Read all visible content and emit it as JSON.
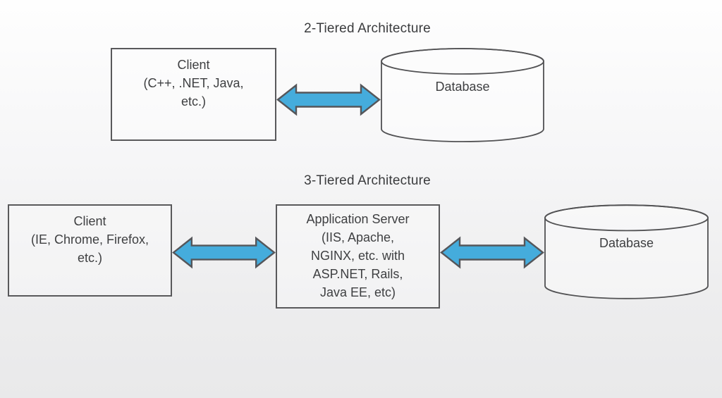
{
  "two_tier": {
    "title": "2-Tiered Architecture",
    "client_box": {
      "lines": [
        "Client",
        "(C++, .NET, Java,",
        "etc.)"
      ]
    },
    "database_label": "Database"
  },
  "three_tier": {
    "title": "3-Tiered Architecture",
    "client_box": {
      "lines": [
        "Client",
        "(IE, Chrome, Firefox,",
        "etc.)"
      ]
    },
    "app_server_box": {
      "lines": [
        "Application Server",
        "(IIS, Apache,",
        "NGINX, etc. with",
        "ASP.NET, Rails,",
        "Java EE, etc)"
      ]
    },
    "database_label": "Database"
  },
  "colors": {
    "arrow_fill": "#45ACDC",
    "arrow_stroke": "#55565A",
    "shape_stroke": "#525254",
    "text": "#3E3F41",
    "background_top": "#FEFEFE",
    "background_bottom": "#E9E9EA"
  }
}
